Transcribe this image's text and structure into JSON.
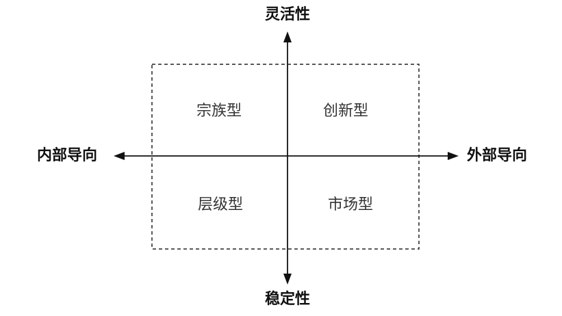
{
  "axes": {
    "top": "灵活性",
    "bottom": "稳定性",
    "left": "内部导向",
    "right": "外部导向"
  },
  "quadrants": {
    "top_left": "宗族型",
    "top_right": "创新型",
    "bottom_left": "层级型",
    "bottom_right": "市场型"
  },
  "colors": {
    "line": "#111111",
    "dashed_border": "#222222",
    "axis_text": "#111111",
    "quadrant_text": "#333333"
  }
}
